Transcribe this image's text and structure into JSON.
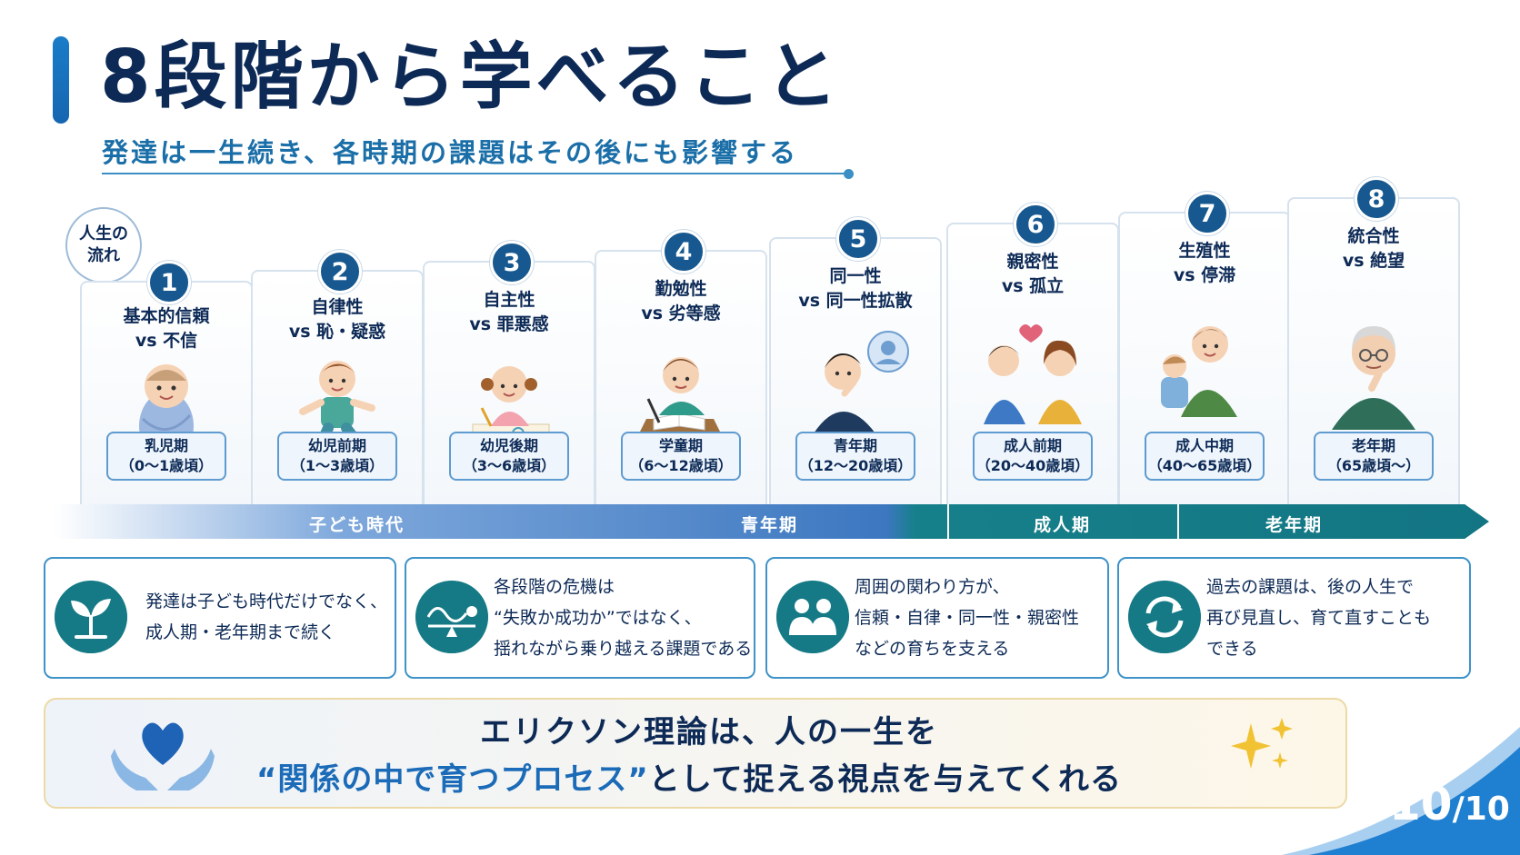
{
  "title": "8段階から学べること",
  "subtitle": "発達は一生続き、各時期の課題はその後にも影響する",
  "life_flow_label": [
    "人生の",
    "流れ"
  ],
  "stages": [
    {
      "num": "1",
      "name_lines": [
        "基本的信頼",
        "vs 不信"
      ],
      "period_lines": [
        "乳児期",
        "（0〜1歳頃）"
      ],
      "icon": "baby-icon"
    },
    {
      "num": "2",
      "name_lines": [
        "自律性",
        "vs 恥・疑惑"
      ],
      "period_lines": [
        "幼児前期",
        "（1〜3歳頃）"
      ],
      "icon": "toddler-icon"
    },
    {
      "num": "3",
      "name_lines": [
        "自主性",
        "vs 罪悪感"
      ],
      "period_lines": [
        "幼児後期",
        "（3〜6歳頃）"
      ],
      "icon": "child-drawing-icon"
    },
    {
      "num": "4",
      "name_lines": [
        "勤勉性",
        "vs 劣等感"
      ],
      "period_lines": [
        "学童期",
        "（6〜12歳頃）"
      ],
      "icon": "student-icon"
    },
    {
      "num": "5",
      "name_lines": [
        "同一性",
        "vs 同一性拡散"
      ],
      "period_lines": [
        "青年期",
        "（12〜20歳頃）"
      ],
      "icon": "thinking-youth-icon"
    },
    {
      "num": "6",
      "name_lines": [
        "親密性",
        "vs 孤立"
      ],
      "period_lines": [
        "成人前期",
        "（20〜40歳頃）"
      ],
      "icon": "couple-icon"
    },
    {
      "num": "7",
      "name_lines": [
        "生殖性",
        "vs 停滞"
      ],
      "period_lines": [
        "成人中期",
        "（40〜65歳頃）"
      ],
      "icon": "parent-child-icon"
    },
    {
      "num": "8",
      "name_lines": [
        "統合性",
        "vs 絶望"
      ],
      "period_lines": [
        "老年期",
        "（65歳頃〜）"
      ],
      "icon": "elder-icon"
    }
  ],
  "timeline_labels": [
    "子ども時代",
    "青年期",
    "成人期",
    "老年期"
  ],
  "info_cards": [
    {
      "icon": "sprout-icon",
      "lines": [
        "発達は子ども時代だけでなく、",
        "成人期・老年期まで続く"
      ]
    },
    {
      "icon": "balance-icon",
      "lines": [
        "各段階の危機は",
        "“失敗か成功か”ではなく、",
        "揺れながら乗り越える課題である"
      ]
    },
    {
      "icon": "people-icon",
      "lines": [
        "周囲の関わり方が、",
        "信頼・自律・同一性・親密性",
        "などの育ちを支える"
      ]
    },
    {
      "icon": "refresh-icon",
      "lines": [
        "過去の課題は、後の人生で",
        "再び見直し、育て直すことも",
        "できる"
      ]
    }
  ],
  "banner": {
    "line1": "エリクソン理論は、人の一生を",
    "line2_quote": "“関係の中で育つプロセス”",
    "line2_rest": "として捉える視点を与えてくれる"
  },
  "page_number": {
    "current": "10",
    "total": "/10"
  },
  "colors": {
    "navy": "#0d2a56",
    "blue": "#1b6fa8",
    "teal": "#157a86",
    "accent_blue": "#1b6bb8"
  }
}
